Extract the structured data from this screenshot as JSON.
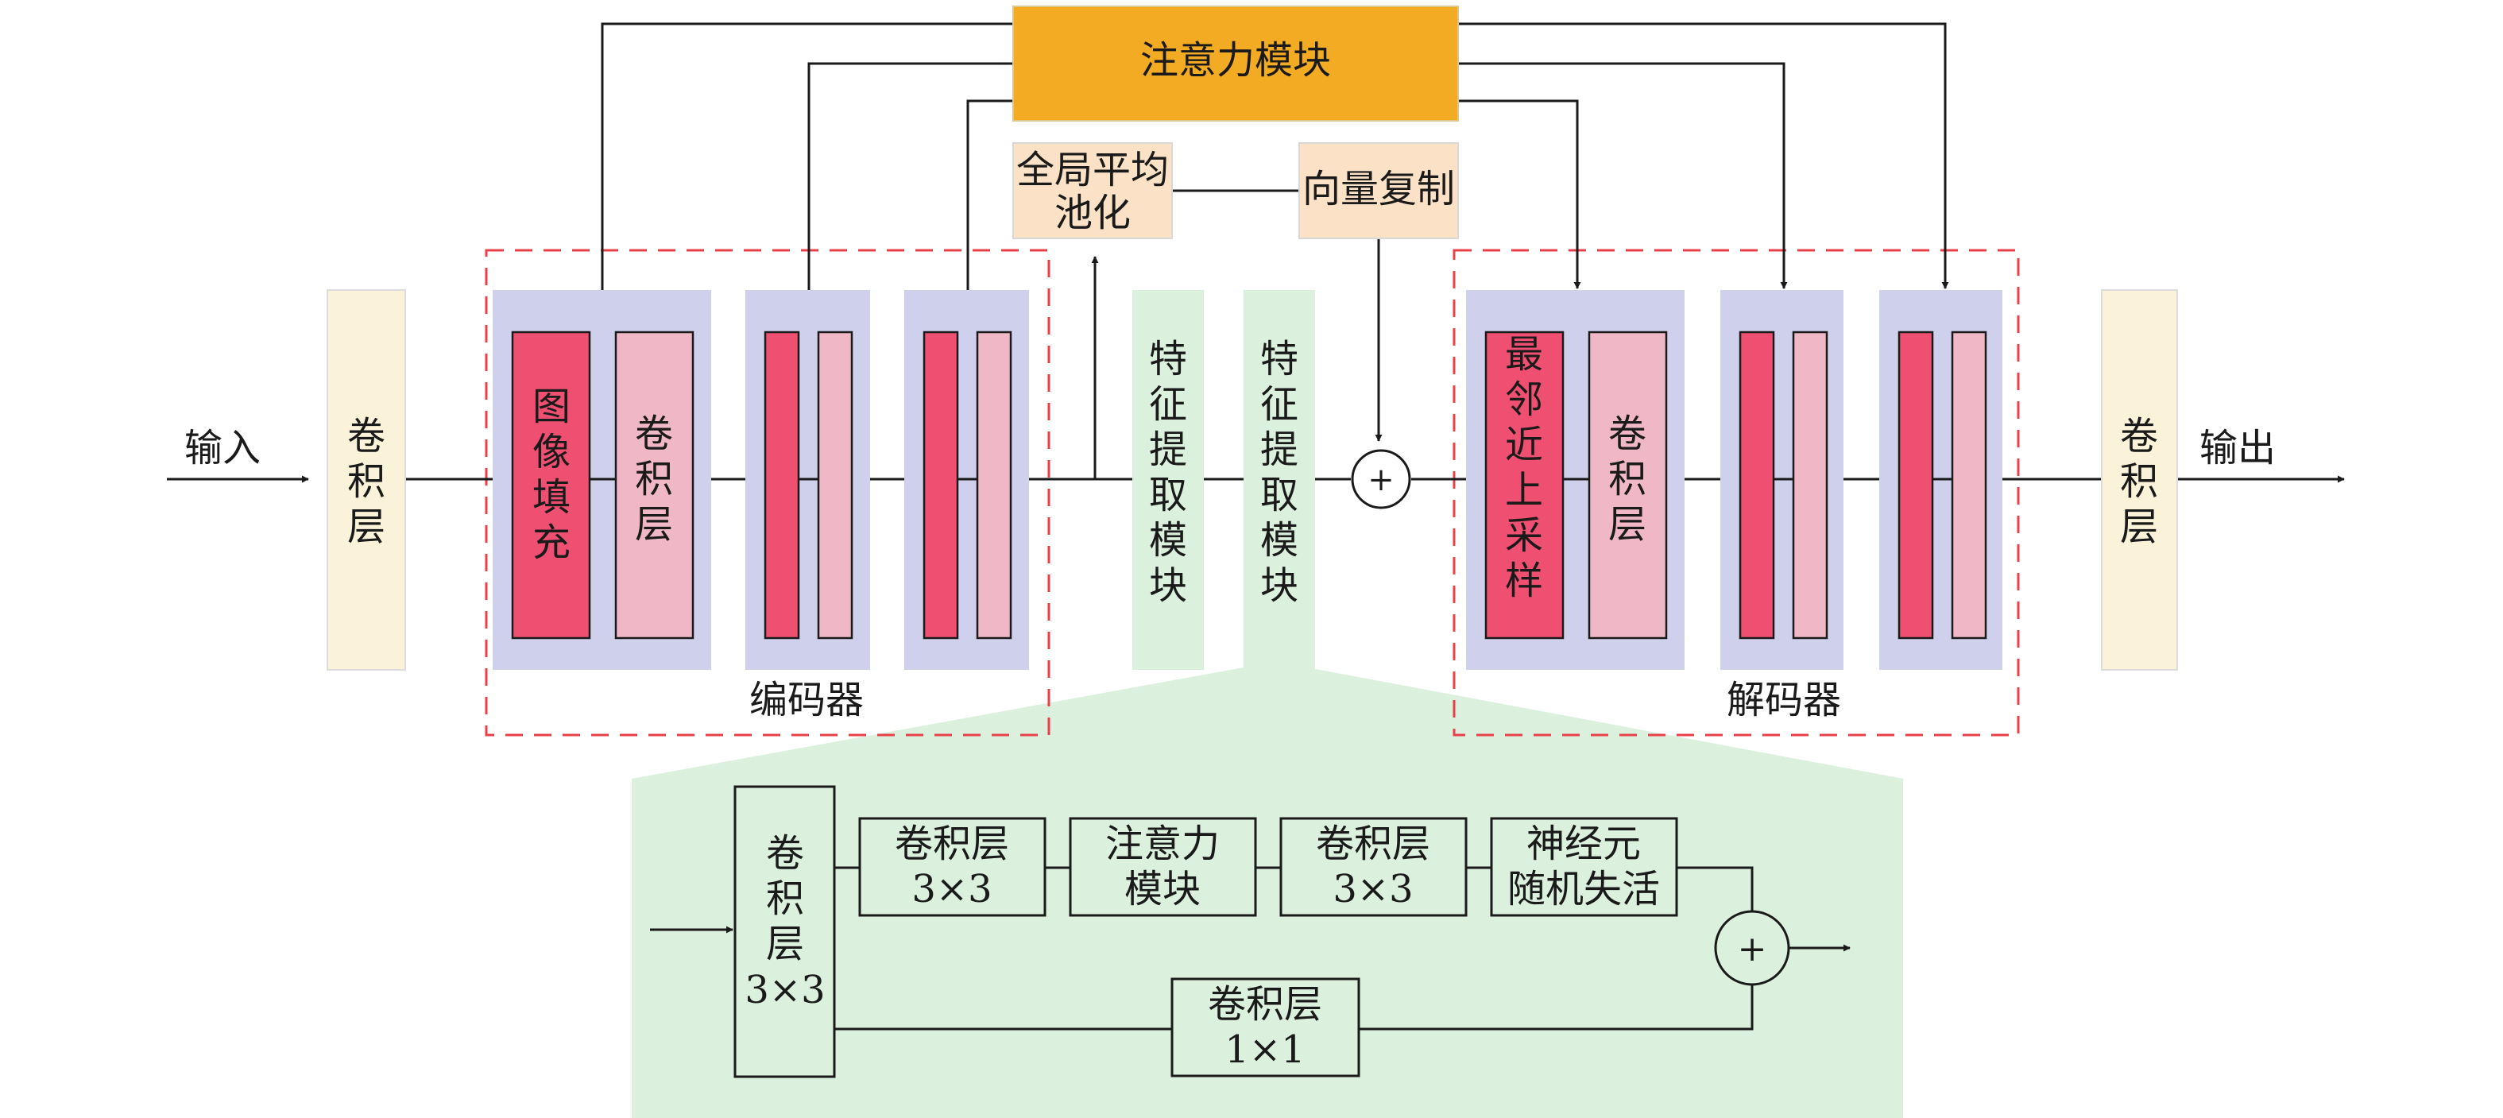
{
  "labels": {
    "input": "输入",
    "output": "输出",
    "encoder": "编码器",
    "decoder": "解码器",
    "attention_top": "注意力模块",
    "gap": [
      "全局平均",
      "池化"
    ],
    "vec_copy": "向量复制",
    "conv_in": [
      "卷",
      "积",
      "层"
    ],
    "conv_out": [
      "卷",
      "积",
      "层"
    ],
    "pad": [
      "图",
      "像",
      "填",
      "充"
    ],
    "enc_conv": [
      "卷",
      "积",
      "层"
    ],
    "fe1": [
      "特",
      "征",
      "提",
      "取",
      "模",
      "块"
    ],
    "fe2": [
      "特",
      "征",
      "提",
      "取",
      "模",
      "块"
    ],
    "nn_up": [
      "最",
      "邻",
      "近",
      "上",
      "采",
      "样"
    ],
    "dec_conv": [
      "卷",
      "积",
      "层"
    ],
    "detail_conv33": [
      "卷",
      "积",
      "层",
      "3×3"
    ],
    "d1": [
      "卷积层",
      "3×3"
    ],
    "d2": [
      "注意力",
      "模块"
    ],
    "d3": [
      "卷积层",
      "3×3"
    ],
    "d4": [
      "神经元",
      "随机失活"
    ],
    "d5": [
      "卷积层",
      "1×1"
    ],
    "plus": "+"
  },
  "colors": {
    "cream": "#faf3d9",
    "lavender": "#cfd0ec",
    "red": "#ef4f71",
    "pink": "#f0b8c6",
    "green": "#dcf0de",
    "orange": "#f2ab22",
    "peach": "#fbe2c6",
    "dash": "#e84049"
  }
}
